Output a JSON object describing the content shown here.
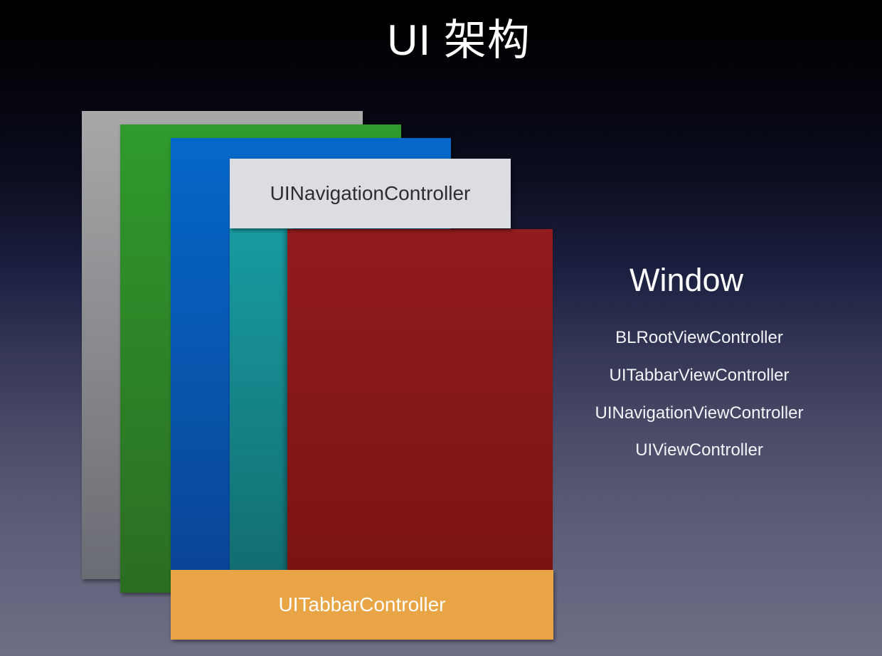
{
  "title": "UI 架构",
  "diagram": {
    "navigation_bar_label": "UINavigationController",
    "tab_bar_label": "UITabbarController",
    "layer_colors": {
      "window": "#a8a8a9",
      "root_view_controller": "#2f9a2d",
      "tabbar_view_controller": "#0568c8",
      "navigation_bar": "#dcdde0",
      "navigation_content": "#189ba0",
      "view_controller": "#921b1d",
      "tab_bar": "#e8a445"
    }
  },
  "legend": {
    "title": "Window",
    "items": [
      "BLRootViewController",
      "UITabbarViewController",
      "UINavigationViewController",
      "UIViewController"
    ]
  }
}
